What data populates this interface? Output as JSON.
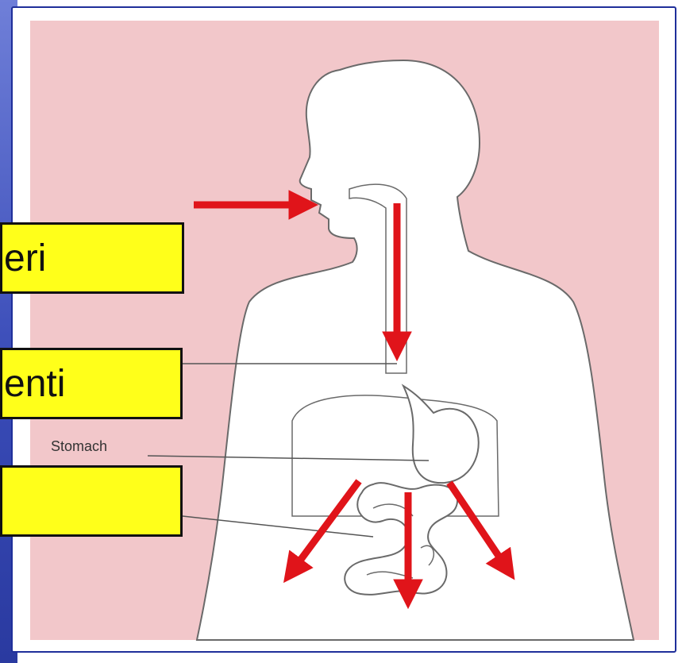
{
  "labels": {
    "box1": "eri",
    "box2": "enti",
    "box3": "",
    "stomach": "Stomach"
  },
  "colors": {
    "background": "#f2c7ca",
    "label_fill": "#ffff1a",
    "arrow": "#e0141a",
    "frame": "#1f2f9a",
    "body_fill": "#ffffff"
  }
}
